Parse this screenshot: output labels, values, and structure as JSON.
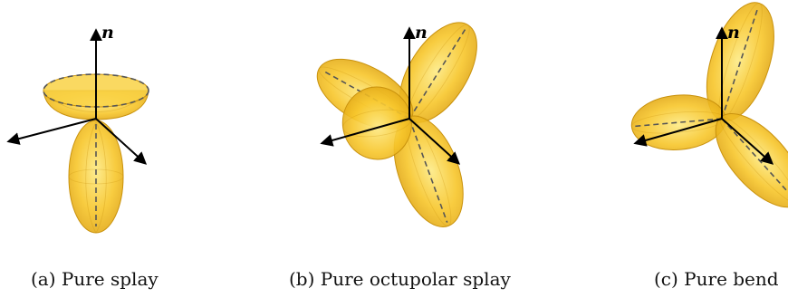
{
  "figure": {
    "axis_label": "n",
    "colors": {
      "lobe_fill": "#f7c62a",
      "lobe_edge": "#c9920d",
      "dashed_axis": "#555555",
      "arrow": "#000000",
      "background": "#ffffff"
    },
    "panels": [
      {
        "id": "a",
        "caption": "(a) Pure splay"
      },
      {
        "id": "b",
        "caption": "(b) Pure octupolar splay"
      },
      {
        "id": "c",
        "caption": "(c) Pure bend"
      }
    ]
  }
}
